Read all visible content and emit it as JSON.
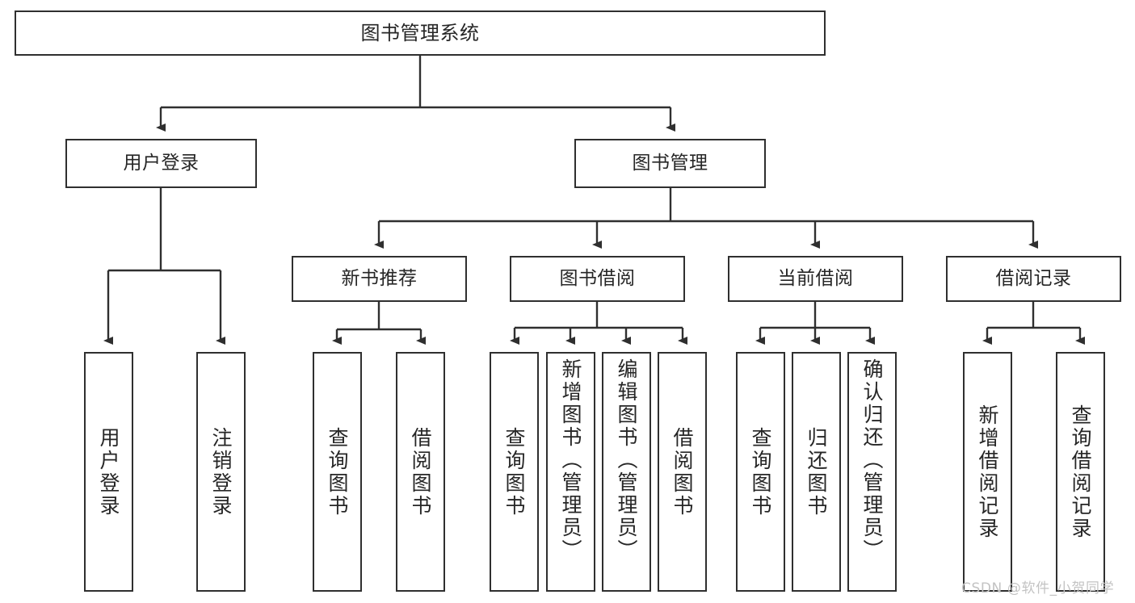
{
  "diagram": {
    "title": "图书管理系统",
    "watermark": "CSDN @软件_小贺同学",
    "stroke_color": "#2f2f2f",
    "text_color": "#262626",
    "background_color": "#ffffff",
    "nodes": {
      "root": "图书管理系统",
      "level2": {
        "user_login": "用户登录",
        "book_management": "图书管理"
      },
      "level3": {
        "new_book_recommend": "新书推荐",
        "book_borrow": "图书借阅",
        "current_borrow": "当前借阅",
        "borrow_record": "借阅记录"
      },
      "leaves": {
        "user_login_1": "用户登录",
        "user_login_2": "注销登录",
        "new_book_1": "查询图书",
        "new_book_2": "借阅图书",
        "book_borrow_1": "查询图书",
        "book_borrow_2": "新增图书（管理员）",
        "book_borrow_3": "编辑图书（管理员）",
        "book_borrow_4": "借阅图书",
        "current_borrow_1": "查询图书",
        "current_borrow_2": "归还图书",
        "current_borrow_3": "确认归还（管理员）",
        "borrow_record_1": "新增借阅记录",
        "borrow_record_2": "查询借阅记录"
      }
    }
  }
}
